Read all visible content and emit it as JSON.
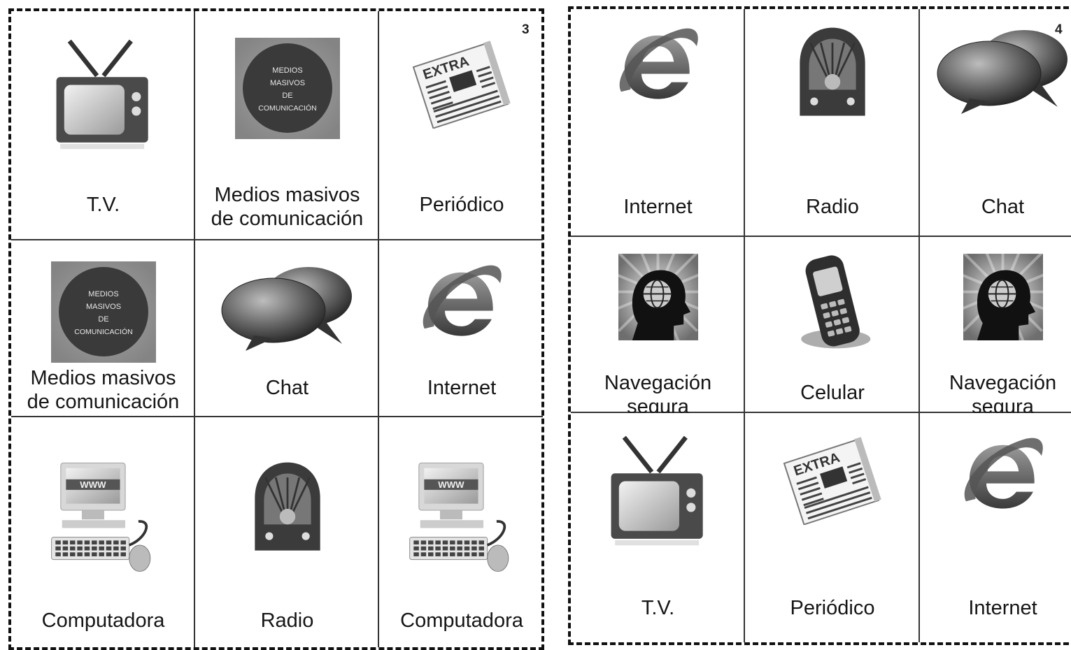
{
  "cards": [
    {
      "number": "3",
      "cells": [
        {
          "icon": "tv-icon",
          "label": "T.V."
        },
        {
          "icon": "mass-media-icon",
          "label": "Medios masivos\nde comunicación",
          "badge": [
            "MEDIOS",
            "MASIVOS",
            "DE",
            "COMUNICACIÓN"
          ]
        },
        {
          "icon": "newspaper-icon",
          "label": "Periódico",
          "badge": "EXTRA"
        },
        {
          "icon": "mass-media-icon",
          "label": "Medios masivos\nde comunicación",
          "badge": [
            "MEDIOS",
            "MASIVOS",
            "DE",
            "COMUNICACIÓN"
          ]
        },
        {
          "icon": "chat-icon",
          "label": "Chat"
        },
        {
          "icon": "internet-explorer-icon",
          "label": "Internet"
        },
        {
          "icon": "computer-icon",
          "label": "Computadora",
          "badge": "WWW"
        },
        {
          "icon": "radio-icon",
          "label": "Radio"
        },
        {
          "icon": "computer-icon",
          "label": "Computadora",
          "badge": "WWW"
        }
      ]
    },
    {
      "number": "4",
      "cells": [
        {
          "icon": "internet-explorer-icon",
          "label": "Internet"
        },
        {
          "icon": "radio-icon",
          "label": "Radio"
        },
        {
          "icon": "chat-icon",
          "label": "Chat"
        },
        {
          "icon": "safe-browsing-head-icon",
          "label": "Navegación\nsegura"
        },
        {
          "icon": "cellphone-icon",
          "label": "Celular"
        },
        {
          "icon": "safe-browsing-head-icon",
          "label": "Navegación\nsegura"
        },
        {
          "icon": "tv-icon",
          "label": "T.V."
        },
        {
          "icon": "newspaper-icon",
          "label": "Periódico",
          "badge": "EXTRA"
        },
        {
          "icon": "internet-explorer-icon",
          "label": "Internet"
        }
      ]
    }
  ]
}
